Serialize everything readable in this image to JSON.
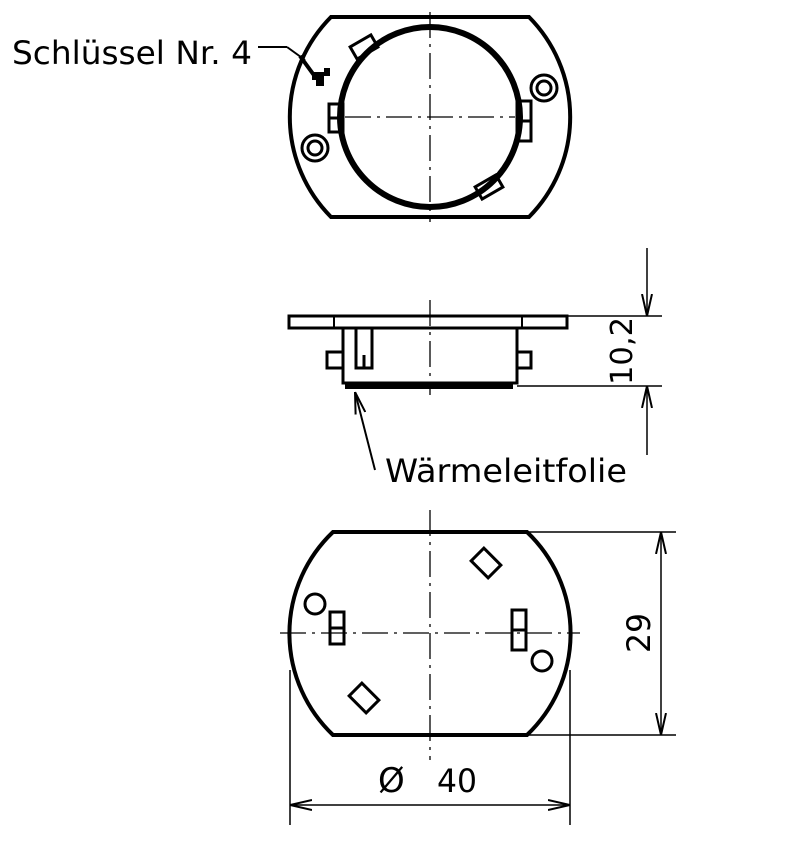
{
  "labels": {
    "key": "Schlüssel Nr. 4",
    "thermal_pad": "Wärmeleitfolie"
  },
  "dimensions": {
    "height": "10,2",
    "width": "29",
    "diameter_symbol": "Ø",
    "diameter": "40"
  },
  "colors": {
    "line": "#000000",
    "background": "#ffffff"
  }
}
